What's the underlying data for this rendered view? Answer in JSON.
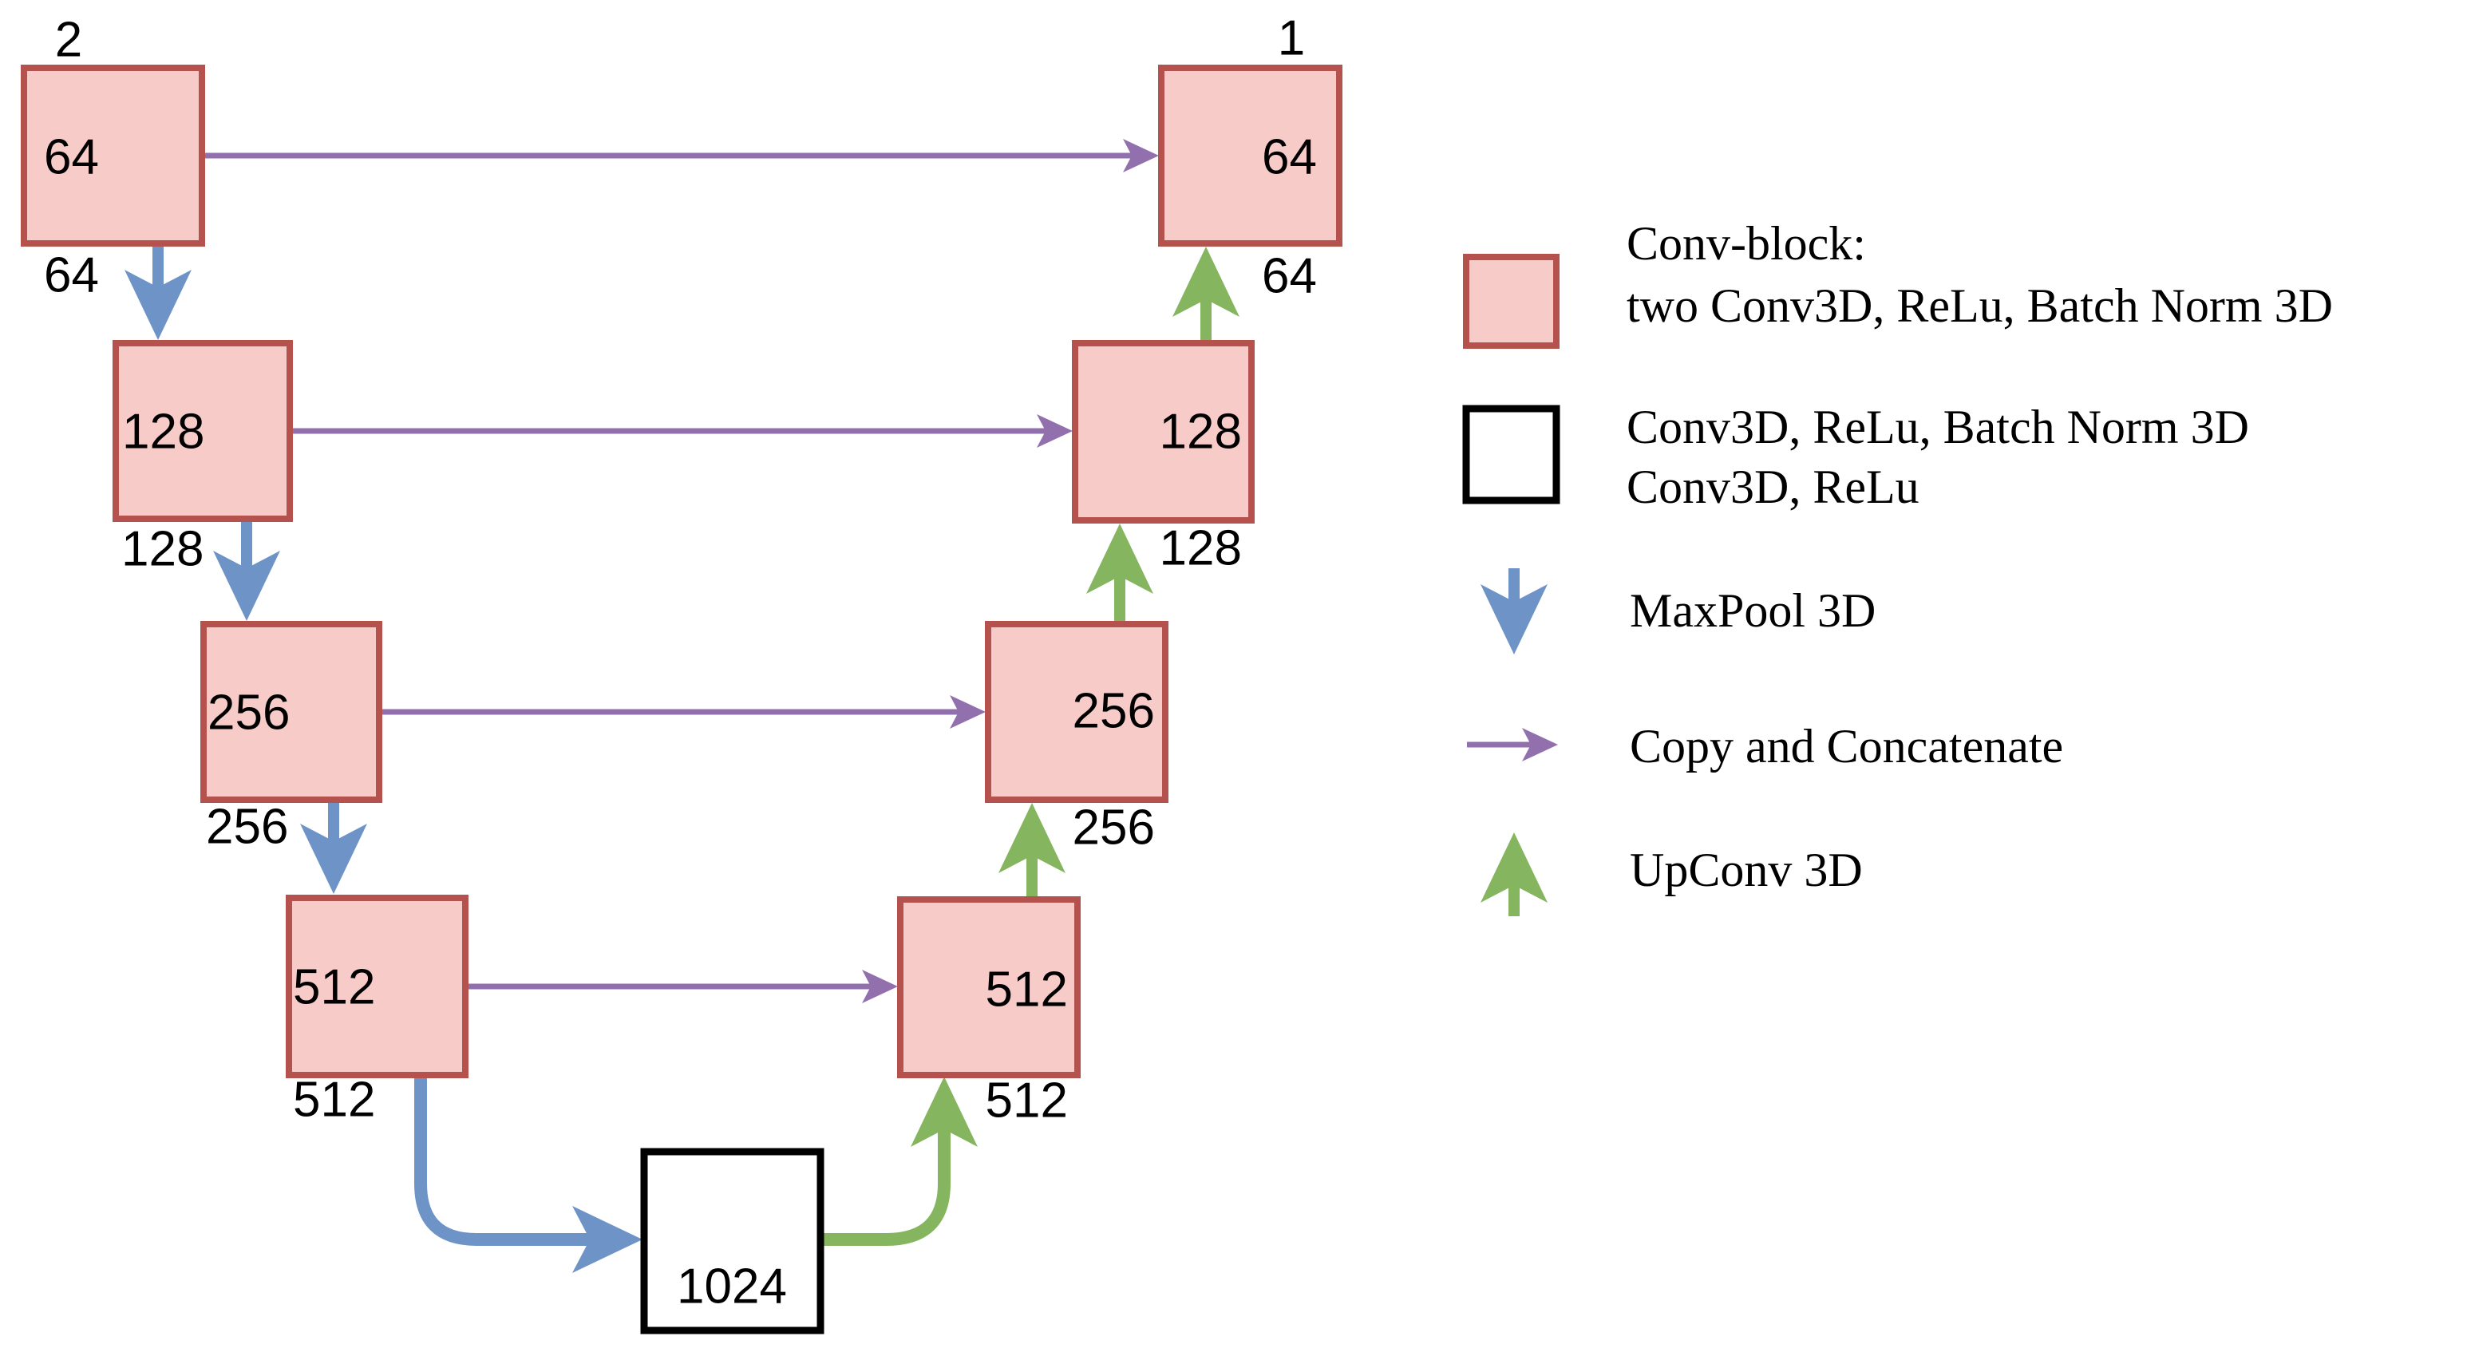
{
  "colors": {
    "pink-fill": "#f6cbc8",
    "pink-stroke": "#b5524e",
    "white-fill": "#ffffff",
    "black-stroke": "#000000",
    "blue": "#6e93c7",
    "purple": "#9270ad",
    "green": "#85b55f",
    "text": "#000000"
  },
  "network": {
    "input_channels": "2",
    "output_channels": "1",
    "encoder": [
      {
        "filters": "64",
        "out": "64"
      },
      {
        "filters": "128",
        "out": "128"
      },
      {
        "filters": "256",
        "out": "256"
      },
      {
        "filters": "512",
        "out": "512"
      }
    ],
    "bottleneck": {
      "filters": "1024"
    },
    "decoder": [
      {
        "filters": "64",
        "out": "64"
      },
      {
        "filters": "128",
        "out": "128"
      },
      {
        "filters": "256",
        "out": "256"
      },
      {
        "filters": "512",
        "out": "512"
      }
    ]
  },
  "legend": {
    "conv_block": {
      "line1": "Conv-block:",
      "line2": "two Conv3D, ReLu, Batch Norm 3D"
    },
    "plain_block": {
      "line1": "Conv3D, ReLu, Batch Norm 3D",
      "line2": "Conv3D, ReLu"
    },
    "maxpool_label": "MaxPool 3D",
    "copy_label": "Copy and Concatenate",
    "upconv_label": "UpConv 3D"
  }
}
